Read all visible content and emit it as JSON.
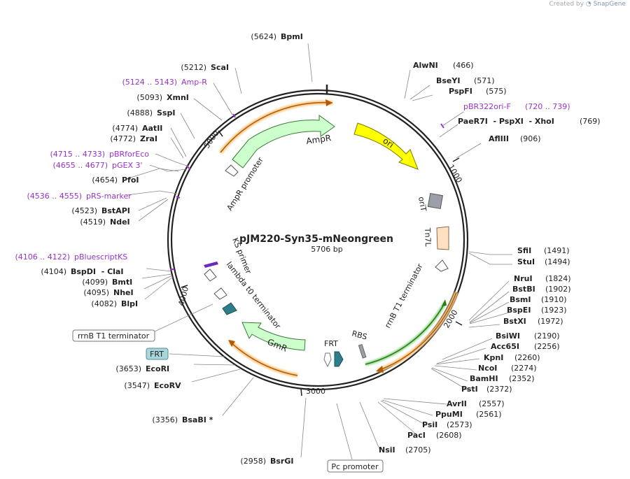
{
  "watermark": {
    "prefix": "Created by",
    "brand": "SnapGene"
  },
  "plasmid": {
    "name": "pJM220-Syn35-mNeongreen",
    "size_label": "5706 bp",
    "length": 5706
  },
  "ticks": [
    "1000",
    "2000",
    "3000",
    "4000",
    "5000"
  ],
  "colors": {
    "feature_purple": "#9933cc",
    "primer_purple": "#8a2be2",
    "ori": "#ffff00",
    "ampR": "#ccffcc",
    "teal": "#2e7d8a",
    "orange_glow": "#f7c98a"
  },
  "sites": [
    {
      "pos": "(5624)",
      "name": "BpmI"
    },
    {
      "pos": "(466)",
      "name": "AlwNI"
    },
    {
      "pos": "(5212)",
      "name": "ScaI"
    },
    {
      "pos": "(571)",
      "name": "BseYI"
    },
    {
      "pos": "(5124 .. 5143)",
      "name": "Amp-R"
    },
    {
      "pos": "(575)",
      "name": "PspFI"
    },
    {
      "pos": "(5093)",
      "name": "XmnI"
    },
    {
      "pos": "(720 .. 739)",
      "name": "pBR322ori-F"
    },
    {
      "pos": "(4888)",
      "name": "SspI"
    },
    {
      "pos": "(769)",
      "name": "PaeR7I  - PspXI  - XhoI"
    },
    {
      "pos": "(4774)",
      "name": "AatII"
    },
    {
      "pos": "(906)",
      "name": "AflIII"
    },
    {
      "pos": "(4772)",
      "name": "ZraI"
    },
    {
      "pos": "(4715 .. 4733)",
      "name": "pBRforEco"
    },
    {
      "pos": "(4655 .. 4677)",
      "name": "pGEX 3'"
    },
    {
      "pos": "(4654)",
      "name": "PfoI"
    },
    {
      "pos": "(4536 .. 4555)",
      "name": "pRS-marker"
    },
    {
      "pos": "(4523)",
      "name": "BstAPI"
    },
    {
      "pos": "(4519)",
      "name": "NdeI"
    },
    {
      "pos": "(1491)",
      "name": "SfiI"
    },
    {
      "pos": "(1494)",
      "name": "StuI"
    },
    {
      "pos": "(4106 .. 4122)",
      "name": "pBluescriptKS"
    },
    {
      "pos": "(4104)",
      "name": "BspDI  - ClaI"
    },
    {
      "pos": "(1824)",
      "name": "NruI"
    },
    {
      "pos": "(4099)",
      "name": "BmtI"
    },
    {
      "pos": "(1902)",
      "name": "BstBI"
    },
    {
      "pos": "(4095)",
      "name": "NheI"
    },
    {
      "pos": "(1910)",
      "name": "BsmI"
    },
    {
      "pos": "(4082)",
      "name": "BlpI"
    },
    {
      "pos": "(1923)",
      "name": "BspEI"
    },
    {
      "pos": "(1972)",
      "name": "BstXI"
    },
    {
      "pos": "(2190)",
      "name": "BsiWI"
    },
    {
      "pos": "(2256)",
      "name": "Acc65I"
    },
    {
      "pos": "(2260)",
      "name": "KpnI"
    },
    {
      "pos": "(3653)",
      "name": "EcoRI"
    },
    {
      "pos": "(2274)",
      "name": "NcoI"
    },
    {
      "pos": "(2352)",
      "name": "BamHI"
    },
    {
      "pos": "(3547)",
      "name": "EcoRV"
    },
    {
      "pos": "(2372)",
      "name": "PstI"
    },
    {
      "pos": "(2557)",
      "name": "AvrII"
    },
    {
      "pos": "(2561)",
      "name": "PpuMI"
    },
    {
      "pos": "(3356)",
      "name": "BsaBI *"
    },
    {
      "pos": "(2573)",
      "name": "PsiI"
    },
    {
      "pos": "(2608)",
      "name": "PacI"
    },
    {
      "pos": "(2705)",
      "name": "NsiI"
    },
    {
      "pos": "(2958)",
      "name": "BsrGI"
    }
  ],
  "boxed_labels": [
    "rrnB T1 terminator",
    "FRT",
    "Pc promoter"
  ],
  "features": [
    "AmpR",
    "ori",
    "AmpR promoter",
    "oriT",
    "Tn7L",
    "rrnB T1 terminator",
    "KS primer",
    "lambda t0 terminator",
    "GmR",
    "FRT",
    "RBS"
  ]
}
